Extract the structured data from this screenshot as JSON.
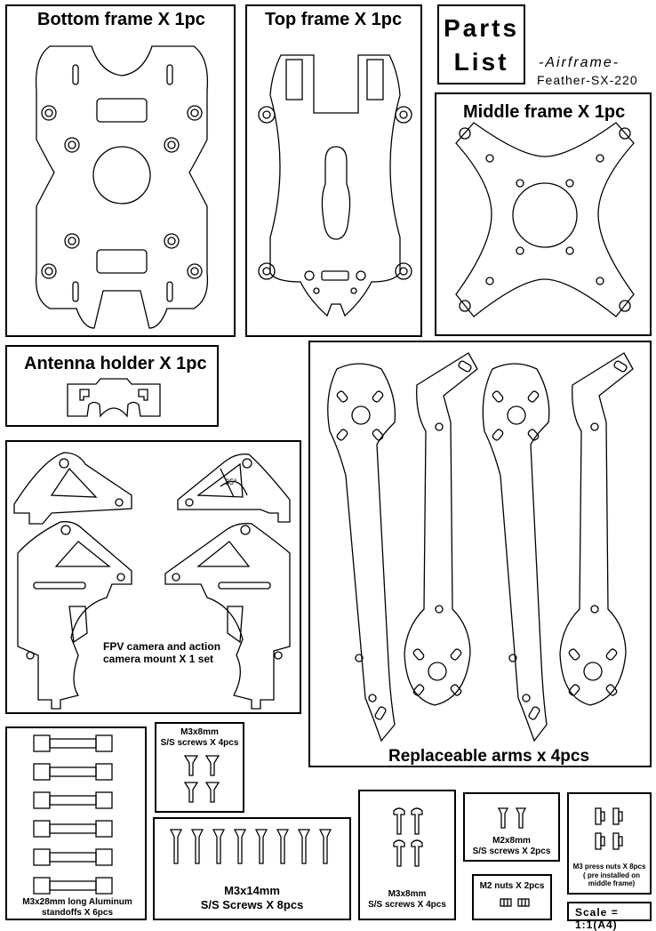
{
  "header": {
    "title_line1": "Parts",
    "title_line2": "List",
    "airframe": "-Airframe-",
    "model": "Feather-SX-220"
  },
  "parts": {
    "bottom_frame": "Bottom frame X 1pc",
    "top_frame": "Top frame X 1pc",
    "middle_frame": "Middle frame X 1pc",
    "antenna_holder": "Antenna holder X 1pc",
    "camera_mount": "FPV camera and action camera mount X 1 set",
    "arms": "Replaceable arms x 4pcs"
  },
  "hardware": {
    "standoffs": "M3x28mm long Aluminum standoffs X 6pcs",
    "m3x8_top_line1": "M3x8mm",
    "m3x8_top_line2": "S/S screws X 4pcs",
    "m3x14_line1": "M3x14mm",
    "m3x14_line2": "S/S Screws X 8pcs",
    "m3x8_bottom_line1": "M3x8mm",
    "m3x8_bottom_line2": "S/S screws X 4pcs",
    "m2x8_line1": "M2x8mm",
    "m2x8_line2": "S/S screws X 2pcs",
    "m2_nuts": "M2 nuts X 2pcs",
    "m3_press_nuts_line1": "M3 press nuts X 8pcs",
    "m3_press_nuts_line2": "( pre installed on middle frame)"
  },
  "angle_label": "35°",
  "scale": "Scale = 1:1(A4)"
}
